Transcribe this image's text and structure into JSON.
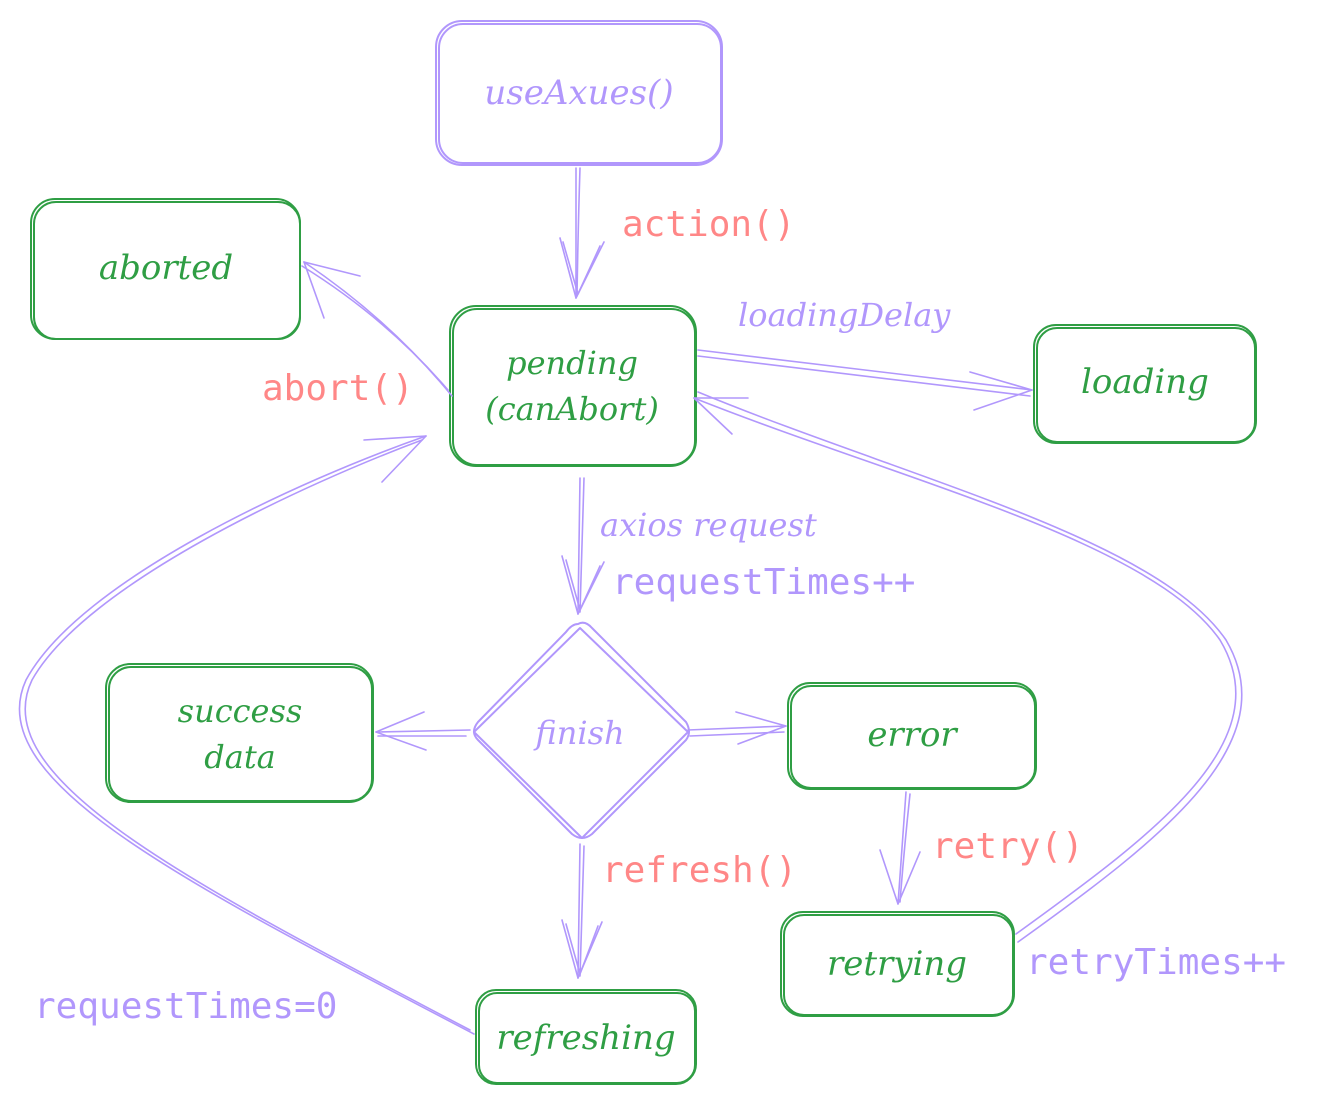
{
  "colors": {
    "node_stroke": "#2f9e44",
    "node_text": "#2f9e44",
    "edge_stroke": "#b197fc",
    "label_purple": "#b197fc",
    "label_red": "#ff8787",
    "background": "#ffffff"
  },
  "nodes": {
    "use_axues": "useAxues()",
    "aborted": "aborted",
    "pending_line1": "pending",
    "pending_line2": "(canAbort)",
    "loading": "loading",
    "finish": "finish",
    "success_line1": "success",
    "success_line2": "data",
    "error": "error",
    "retrying": "retrying",
    "refreshing": "refreshing"
  },
  "edge_labels": {
    "action": "action()",
    "loading_delay": "loadingDelay",
    "abort": "abort()",
    "axios_request": "axios request",
    "request_times_inc": "requestTimes++",
    "retry": "retry()",
    "refresh": "refresh()",
    "retry_times_inc": "retryTimes++",
    "request_times_reset": "requestTimes=0"
  }
}
